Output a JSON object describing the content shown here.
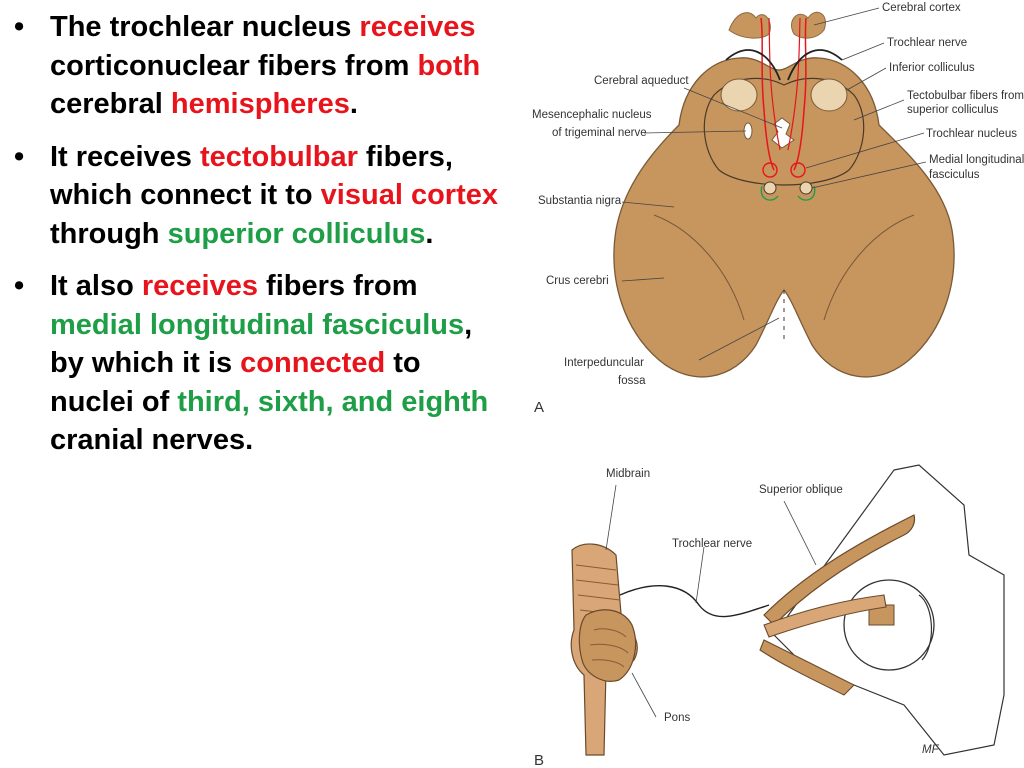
{
  "colors": {
    "text": "#000000",
    "red": "#e8141c",
    "green": "#1e9e46",
    "tissue": "#c7955e",
    "outline": "#4a3a2a"
  },
  "bullets": [
    {
      "glyph": "•",
      "segments": [
        {
          "text": "The trochlear nucleus ",
          "color": "black"
        },
        {
          "text": "receives",
          "color": "red"
        },
        {
          "text": " corticonuclear fibers from ",
          "color": "black"
        },
        {
          "text": "both",
          "color": "red"
        },
        {
          "text": " cerebral ",
          "color": "black"
        },
        {
          "text": "hemispheres",
          "color": "red"
        },
        {
          "text": ".",
          "color": "black"
        }
      ]
    },
    {
      "glyph": "•",
      "segments": [
        {
          "text": "It receives ",
          "color": "black"
        },
        {
          "text": "tectobulbar",
          "color": "red"
        },
        {
          "text": " fibers, which connect it to ",
          "color": "black"
        },
        {
          "text": "visual cortex",
          "color": "red"
        },
        {
          "text": " through ",
          "color": "black"
        },
        {
          "text": "superior colliculus",
          "color": "green"
        },
        {
          "text": ".",
          "color": "black"
        }
      ]
    },
    {
      "glyph": "•",
      "segments": [
        {
          "text": "It also ",
          "color": "black"
        },
        {
          "text": "receives",
          "color": "red"
        },
        {
          "text": " fibers from ",
          "color": "black"
        },
        {
          "text": "medial longitudinal fasciculus",
          "color": "green"
        },
        {
          "text": ", by which it is ",
          "color": "black"
        },
        {
          "text": "connected",
          "color": "red"
        },
        {
          "text": " to nuclei of ",
          "color": "black"
        },
        {
          "text": "third, sixth, and eighth",
          "color": "green"
        },
        {
          "text": " cranial nerves.",
          "color": "black"
        }
      ]
    }
  ],
  "figure_a": {
    "panel_letter": "A",
    "labels": {
      "cerebral_cortex": "Cerebral cortex",
      "trochlear_nerve": "Trochlear nerve",
      "inferior_colliculus": "Inferior colliculus",
      "cerebral_aqueduct": "Cerebral aqueduct",
      "tectobulbar_1": "Tectobulbar fibers from",
      "tectobulbar_2": "superior colliculus",
      "mesencephalic_1": "Mesencephalic nucleus",
      "mesencephalic_2": "of trigeminal nerve",
      "trochlear_nucleus": "Trochlear nucleus",
      "mlf_1": "Medial longitudinal",
      "mlf_2": "fasciculus",
      "substantia_nigra": "Substantia nigra",
      "crus_cerebri": "Crus cerebri",
      "interpeduncular_1": "Interpeduncular",
      "interpeduncular_2": "fossa"
    }
  },
  "figure_b": {
    "panel_letter": "B",
    "labels": {
      "midbrain": "Midbrain",
      "superior_oblique": "Superior oblique",
      "trochlear_nerve": "Trochlear nerve",
      "pons": "Pons",
      "signature": "MF"
    }
  }
}
